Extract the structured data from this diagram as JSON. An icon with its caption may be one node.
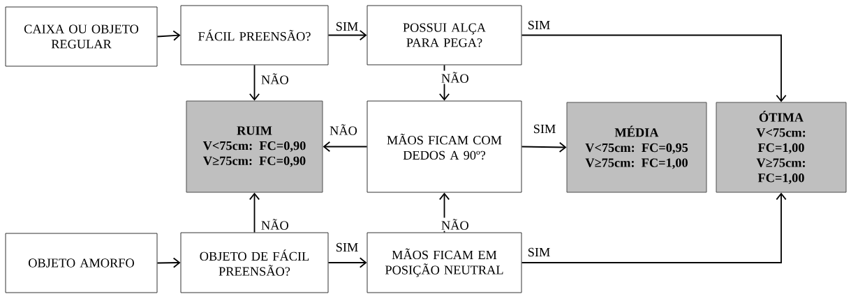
{
  "diagram": {
    "nodes": [
      {
        "text": [
          "CAIXA OU OBJETO REGULAR"
        ]
      },
      {
        "text": [
          "FÁCIL PREENSÃO?"
        ]
      },
      {
        "text": [
          "POSSUI ALÇA PARA PEGA?"
        ]
      },
      {
        "text": [
          "RUIM",
          "V<75cm: FC=0,90",
          "V≥75cm: FC=0,90"
        ]
      },
      {
        "text": [
          "MÃOS FICAM COM DEDOS A 90º?"
        ]
      },
      {
        "text": [
          "MÉDIA",
          "V<75cm: FC=0,95",
          "V≥75cm: FC=1,00"
        ]
      },
      {
        "text": [
          "ÓTIMA",
          "V<75cm: FC=1,00",
          "V≥75cm: FC=1,00"
        ]
      },
      {
        "text": [
          "OBJETO AMORFO"
        ]
      },
      {
        "text": [
          "OBJETO DE FÁCIL PREENSÃO?"
        ]
      },
      {
        "text": [
          "MÃOS FICAM EM POSIÇÃO NEUTRAL"
        ]
      }
    ],
    "edges": [
      {
        "from": 0,
        "to": 1,
        "arrow": "to"
      },
      {
        "from": 1,
        "to": 2,
        "arrow": "to",
        "label": "SIM"
      },
      {
        "from": 1,
        "to": 3,
        "arrow": "to",
        "label": "NÃO"
      },
      {
        "from": 2,
        "to": 6,
        "arrow": "to",
        "label": "SIM"
      },
      {
        "from": 2,
        "to": 4,
        "arrow": "to",
        "label": "NÃO"
      },
      {
        "from": 4,
        "to": 3,
        "arrow": "to",
        "label": "NÃO"
      },
      {
        "from": 4,
        "to": 5,
        "arrow": "to",
        "label": "SIM"
      },
      {
        "from": 7,
        "to": 8,
        "arrow": "to"
      },
      {
        "from": 8,
        "to": 3,
        "arrow": "to",
        "label": "NÃO"
      },
      {
        "from": 8,
        "to": 9,
        "arrow": "to",
        "label": "SIM"
      },
      {
        "from": 9,
        "to": 4,
        "arrow": "to",
        "label": "NÃO"
      },
      {
        "from": 9,
        "to": 6,
        "arrow": "to",
        "label": "SIM"
      }
    ]
  }
}
